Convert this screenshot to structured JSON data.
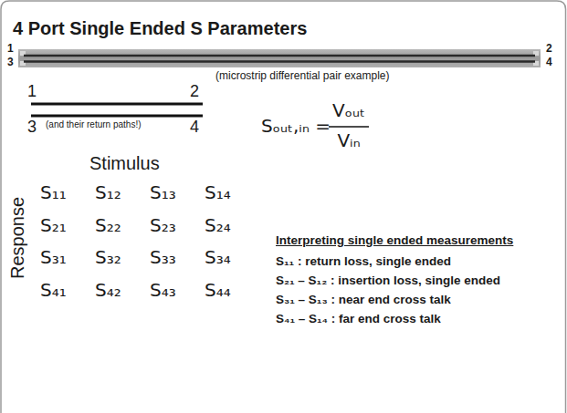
{
  "diagram": {
    "title": "4 Port Single Ended S Parameters",
    "labels": [
      "1",
      "3",
      "2",
      "4",
      "(microstrip differential pair example)",
      "1",
      "2",
      "3",
      "(and their return paths!)",
      "4",
      "Sₒᵤₜ,ᵢₙ =",
      "Vₒᵤₜ",
      "Vᵢₙ",
      "Stimulus",
      "Response",
      "S₁₁",
      "S₁₂",
      "S₁₃",
      "S₁₄",
      "S₂₁",
      "S₂₂",
      "S₂₃",
      "S₂₄",
      "S₃₁",
      "S₃₂",
      "S₃₃",
      "S₃₄",
      "S₄₁",
      "S₄₂",
      "S₄₃",
      "S₄₄",
      "Interpreting single ended measurements",
      "S₁₁ : return loss, single ended",
      "S₂₁ – S₁₂ : insertion loss, single ended",
      "S₃₁ – S₁₃ : near end cross talk",
      "S₄₁ – S₁₄ : far end cross talk"
    ]
  }
}
